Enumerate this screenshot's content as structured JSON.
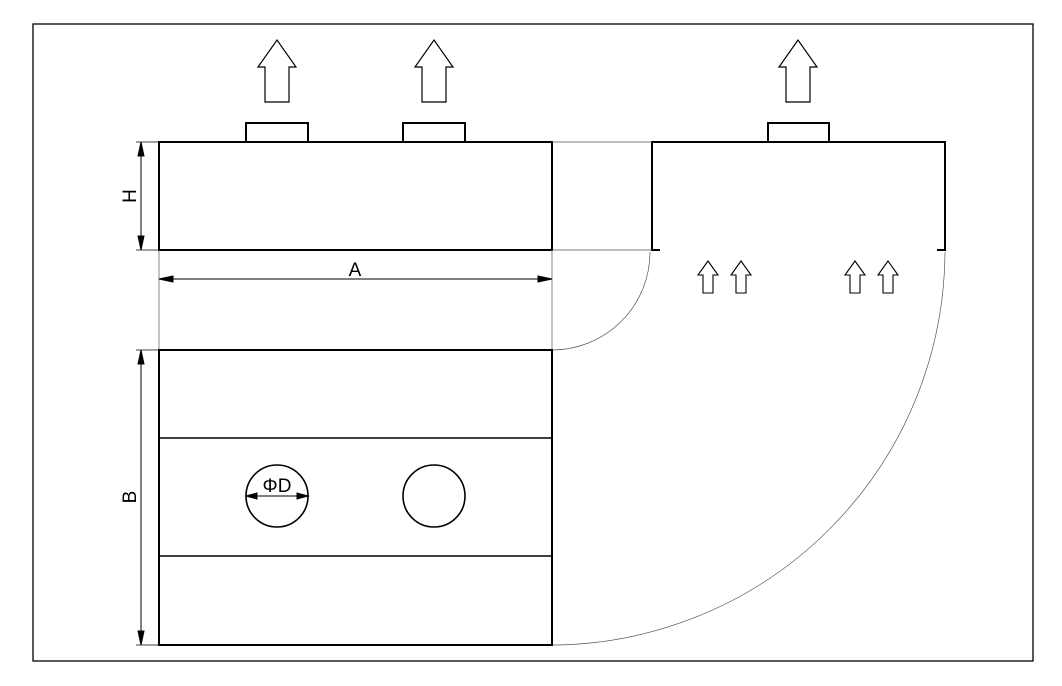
{
  "labels": {
    "height": "H",
    "width": "A",
    "depth": "B",
    "diameter": "ΦD"
  },
  "colors": {
    "stroke": "#000000",
    "thin_stroke": "#555555",
    "background": "#ffffff"
  }
}
